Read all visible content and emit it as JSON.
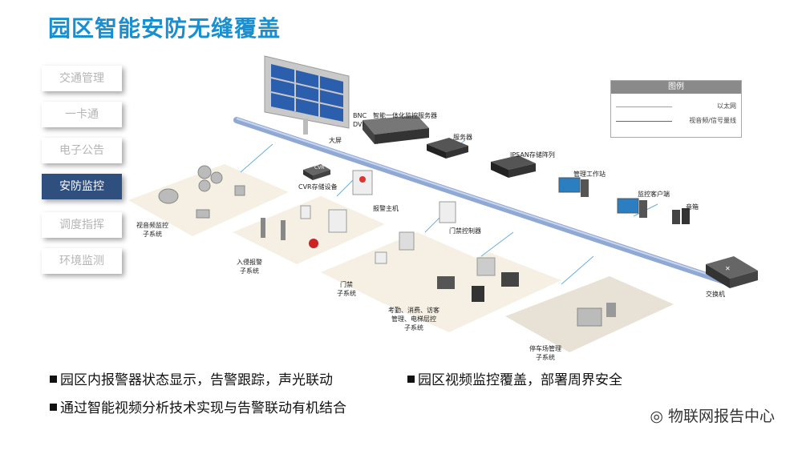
{
  "title": "园区智能安防无缝覆盖",
  "sidebar": {
    "items": [
      {
        "label": "交通管理"
      },
      {
        "label": "一卡通"
      },
      {
        "label": "电子公告"
      },
      {
        "label": "安防监控"
      },
      {
        "label": "调度指挥"
      },
      {
        "label": "环境监测"
      }
    ],
    "active_index": 3
  },
  "legend": {
    "title": "图例",
    "items": [
      {
        "label": "以太网",
        "color": "#6aaedc"
      },
      {
        "label": "视音频/信号量线",
        "color": "#3b6fb0"
      }
    ]
  },
  "diagram": {
    "labels": {
      "bnc": "BNC",
      "dvi": "DVI",
      "server_unified": "智能一体化监控服务器",
      "big_screen": "大屏",
      "server": "服务器",
      "ipsan": "IPSAN存储阵列",
      "mgmt_workstation": "管理工作站",
      "monitor_client": "监控客户端",
      "speaker": "音箱",
      "cvr_device": "CVR",
      "cvr_storage": "CVR存储设备",
      "alarm_host": "报警主机",
      "access_controller": "门禁控制器",
      "switch": "交换机",
      "video_sub": "视音频监控\n子系统",
      "intrusion_sub": "入侵报警\n子系统",
      "access_sub": "门禁\n子系统",
      "attendance_sub": "考勤、消费、访客\n管理、电梯层控\n子系统",
      "parking_sub": "停车场管理\n子系统"
    }
  },
  "bullets": [
    "园区内报警器状态显示，告警跟踪，声光联动",
    "园区视频监控覆盖，部署周界安全",
    "通过智能视频分析技术实现与告警联动有机结合"
  ],
  "watermark": "物联网报告中心",
  "colors": {
    "title": "#1a8fd0",
    "sidebar_active_bg": "#2f4f7f",
    "bus": "#8fa8d4"
  }
}
